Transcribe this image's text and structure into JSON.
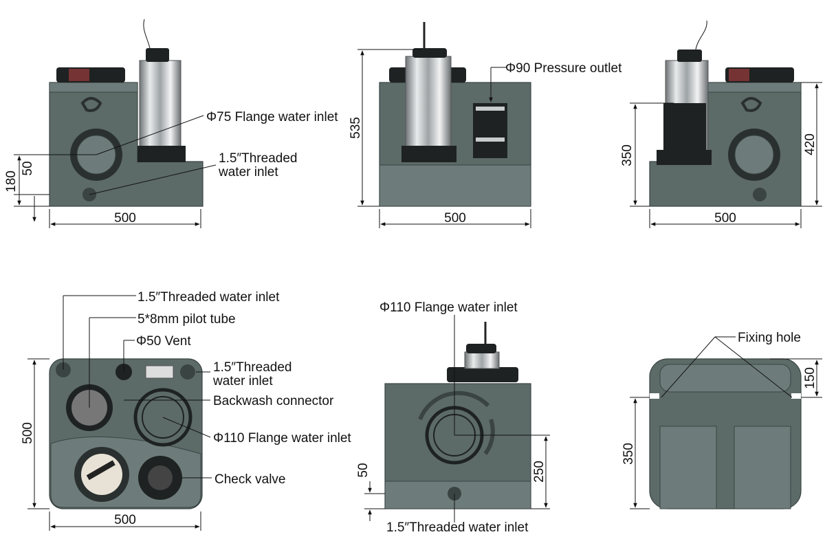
{
  "views": {
    "front_left": {
      "labels": {
        "flange_inlet": "Φ75 Flange water inlet",
        "threaded_inlet_l1": "1.5″Threaded",
        "threaded_inlet_l2": "water inlet"
      },
      "dims": {
        "width": "500",
        "h180": "180",
        "h50": "50"
      }
    },
    "front_center": {
      "labels": {
        "pressure_outlet": "Φ90 Pressure outlet"
      },
      "dims": {
        "height": "535",
        "width": "500"
      }
    },
    "front_right": {
      "dims": {
        "h350": "350",
        "h420": "420",
        "width": "500"
      }
    },
    "top": {
      "labels": {
        "threaded_inlet_1": "1.5″Threaded water inlet",
        "pilot_tube": "5*8mm pilot tube",
        "vent": "Φ50 Vent",
        "threaded_inlet_2_l1": "1.5″Threaded",
        "threaded_inlet_2_l2": "water inlet",
        "backwash": "Backwash connector",
        "flange_110": "Φ110 Flange water inlet",
        "check_valve": "Check valve"
      },
      "dims": {
        "height": "500",
        "width": "500"
      }
    },
    "side": {
      "labels": {
        "flange_110": "Φ110 Flange water inlet",
        "threaded_inlet": "1.5″Threaded water inlet"
      },
      "dims": {
        "h50": "50",
        "h250": "250"
      }
    },
    "bottom": {
      "labels": {
        "fixing_hole": "Fixing hole"
      },
      "dims": {
        "h150": "150",
        "h350": "350"
      }
    }
  },
  "colors": {
    "housing": "#5c6a68",
    "line": "#111111",
    "steel": "#c8ccce"
  }
}
